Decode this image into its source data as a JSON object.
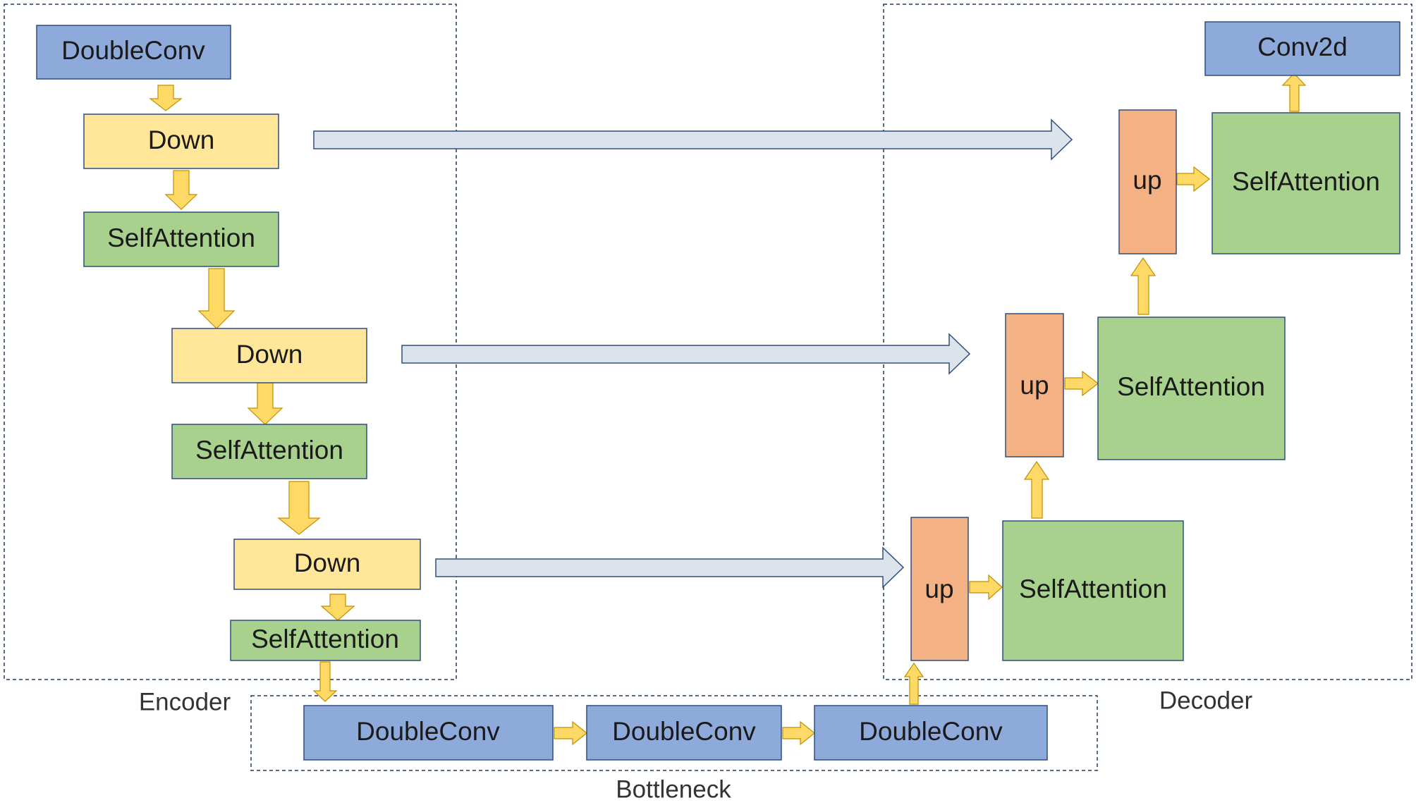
{
  "colors": {
    "blue": "#8eaadb",
    "yellow": "#ffe699",
    "green": "#a9d18e",
    "orange": "#f4b183",
    "border": "#2f4f7f",
    "arrow_yellow": "#ffd966",
    "arrow_yellow_border": "#bf9000",
    "skip_arrow": "#dde3ea",
    "dash": "#1f3864"
  },
  "groups": {
    "encoder": "Encoder",
    "decoder": "Decoder",
    "bottleneck": "Bottleneck"
  },
  "encoder": {
    "doubleconv": "DoubleConv",
    "down1": "Down",
    "sa1": "SelfAttention",
    "down2": "Down",
    "sa2": "SelfAttention",
    "down3": "Down",
    "sa3": "SelfAttention"
  },
  "bottleneck": {
    "dc1": "DoubleConv",
    "dc2": "DoubleConv",
    "dc3": "DoubleConv"
  },
  "decoder": {
    "up1": "up",
    "sa1": "SelfAttention",
    "up2": "up",
    "sa2": "SelfAttention",
    "up3": "up",
    "sa3": "SelfAttention",
    "conv": "Conv2d"
  }
}
